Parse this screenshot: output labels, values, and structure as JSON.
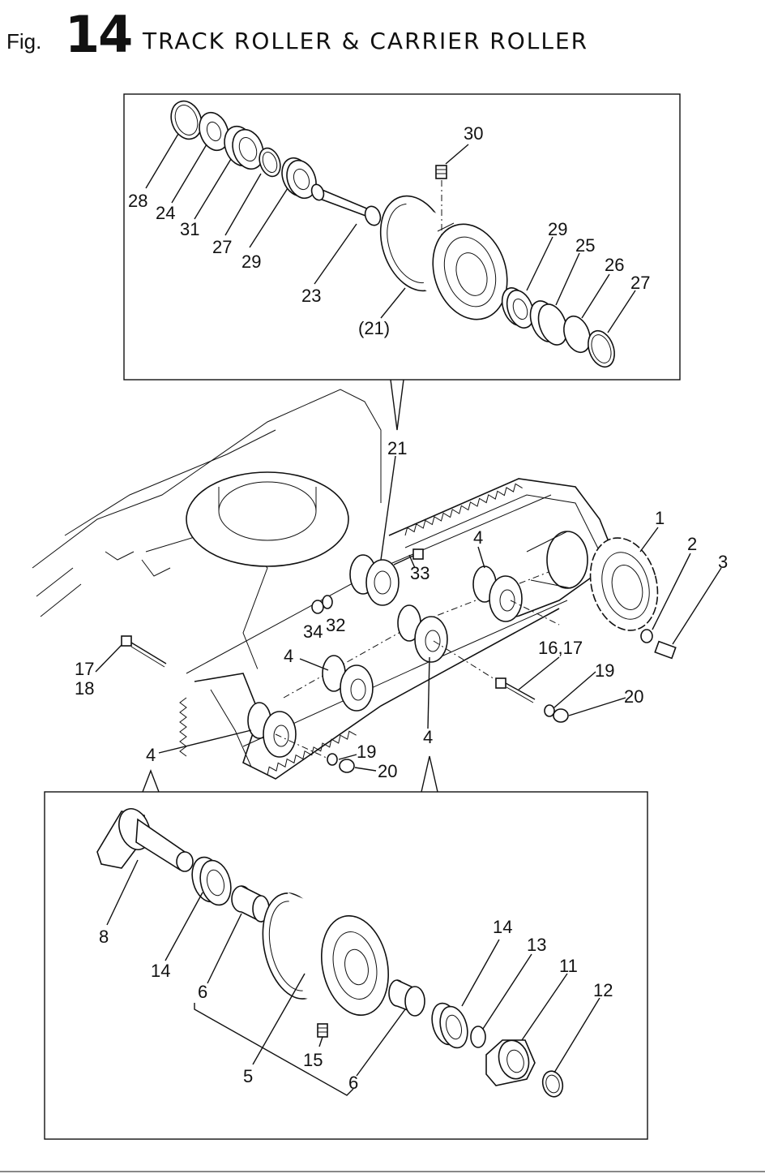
{
  "header": {
    "fig_prefix": "Fig.",
    "fig_number": "14",
    "title": "TRACK ROLLER & CARRIER ROLLER"
  },
  "carrier_roller_panel": {
    "labels": [
      "30",
      "28",
      "24",
      "31",
      "27",
      "29",
      "23",
      "(21)",
      "29",
      "25",
      "26",
      "27"
    ]
  },
  "assembly_view": {
    "labels": [
      "21",
      "1",
      "2",
      "3",
      "33",
      "4",
      "34",
      "32",
      "16,17",
      "19",
      "20",
      "17",
      "18",
      "4",
      "4",
      "4",
      "19",
      "20"
    ]
  },
  "track_roller_panel": {
    "labels": [
      "8",
      "14",
      "6",
      "5",
      "15",
      "6",
      "14",
      "13",
      "11",
      "12"
    ]
  }
}
